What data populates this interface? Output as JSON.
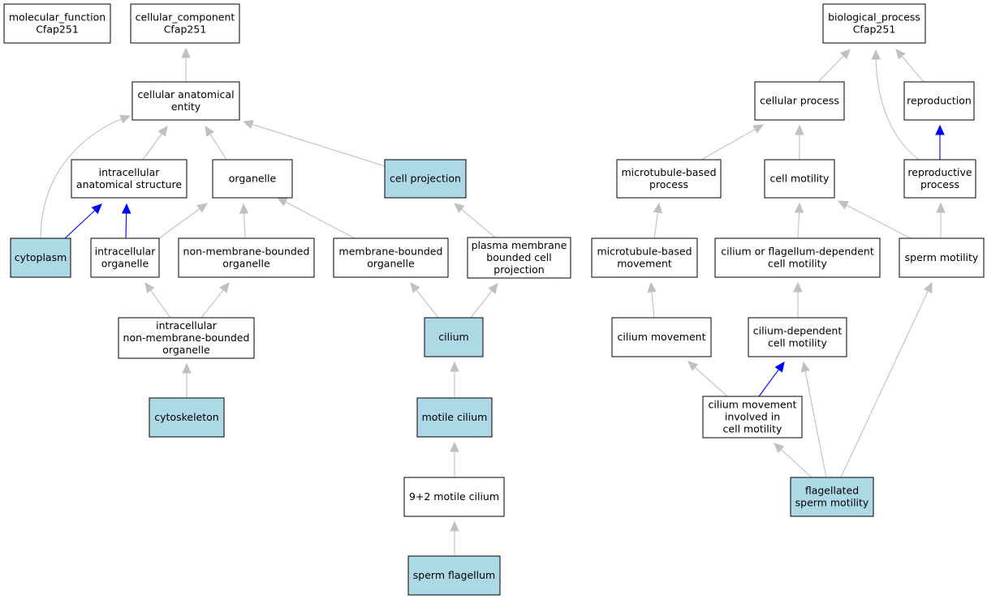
{
  "colors": {
    "highlight_fill": "#add8e6",
    "plain_fill": "#ffffff",
    "edge_gray": "#c0c0c0",
    "edge_blue": "#0000ff"
  },
  "nodes": [
    {
      "id": "molecular_function",
      "lines": [
        "molecular_function",
        "Cfap251"
      ],
      "highlight": false
    },
    {
      "id": "cellular_component",
      "lines": [
        "cellular_component",
        "Cfap251"
      ],
      "highlight": false
    },
    {
      "id": "cellular_anatomical_entity",
      "lines": [
        "cellular anatomical",
        "entity"
      ],
      "highlight": false
    },
    {
      "id": "intracellular_anatomical_structure",
      "lines": [
        "intracellular",
        "anatomical structure"
      ],
      "highlight": false
    },
    {
      "id": "organelle",
      "lines": [
        "organelle"
      ],
      "highlight": false
    },
    {
      "id": "cell_projection",
      "lines": [
        "cell projection"
      ],
      "highlight": true
    },
    {
      "id": "cytoplasm",
      "lines": [
        "cytoplasm"
      ],
      "highlight": true
    },
    {
      "id": "intracellular_organelle",
      "lines": [
        "intracellular",
        "organelle"
      ],
      "highlight": false
    },
    {
      "id": "non_membrane_bounded_organelle",
      "lines": [
        "non-membrane-bounded",
        "organelle"
      ],
      "highlight": false
    },
    {
      "id": "membrane_bounded_organelle",
      "lines": [
        "membrane-bounded",
        "organelle"
      ],
      "highlight": false
    },
    {
      "id": "plasma_membrane_bounded_cell_projection",
      "lines": [
        "plasma membrane",
        "bounded cell",
        "projection"
      ],
      "highlight": false
    },
    {
      "id": "intracellular_non_membrane_bounded_organelle",
      "lines": [
        "intracellular",
        "non-membrane-bounded",
        "organelle"
      ],
      "highlight": false
    },
    {
      "id": "cilium",
      "lines": [
        "cilium"
      ],
      "highlight": true
    },
    {
      "id": "cytoskeleton",
      "lines": [
        "cytoskeleton"
      ],
      "highlight": true
    },
    {
      "id": "motile_cilium",
      "lines": [
        "motile cilium"
      ],
      "highlight": true
    },
    {
      "id": "nine_plus_two_motile_cilium",
      "lines": [
        "9+2 motile cilium"
      ],
      "highlight": false
    },
    {
      "id": "sperm_flagellum",
      "lines": [
        "sperm flagellum"
      ],
      "highlight": true
    },
    {
      "id": "biological_process",
      "lines": [
        "biological_process",
        "Cfap251"
      ],
      "highlight": false
    },
    {
      "id": "cellular_process",
      "lines": [
        "cellular process"
      ],
      "highlight": false
    },
    {
      "id": "reproduction",
      "lines": [
        "reproduction"
      ],
      "highlight": false
    },
    {
      "id": "microtubule_based_process",
      "lines": [
        "microtubule-based",
        "process"
      ],
      "highlight": false
    },
    {
      "id": "cell_motility",
      "lines": [
        "cell motility"
      ],
      "highlight": false
    },
    {
      "id": "reproductive_process",
      "lines": [
        "reproductive",
        "process"
      ],
      "highlight": false
    },
    {
      "id": "microtubule_based_movement",
      "lines": [
        "microtubule-based",
        "movement"
      ],
      "highlight": false
    },
    {
      "id": "cilium_or_flagellum_dependent_cell_motility",
      "lines": [
        "cilium or flagellum-dependent",
        "cell motility"
      ],
      "highlight": false
    },
    {
      "id": "sperm_motility",
      "lines": [
        "sperm motility"
      ],
      "highlight": false
    },
    {
      "id": "cilium_movement",
      "lines": [
        "cilium movement"
      ],
      "highlight": false
    },
    {
      "id": "cilium_dependent_cell_motility",
      "lines": [
        "cilium-dependent",
        "cell motility"
      ],
      "highlight": false
    },
    {
      "id": "cilium_movement_involved_in_cell_motility",
      "lines": [
        "cilium movement",
        "involved in",
        "cell motility"
      ],
      "highlight": false
    },
    {
      "id": "flagellated_sperm_motility",
      "lines": [
        "flagellated",
        "sperm motility"
      ],
      "highlight": true
    }
  ],
  "edges": [
    {
      "from": "cellular_anatomical_entity",
      "to": "cellular_component",
      "kind": "gray"
    },
    {
      "from": "intracellular_anatomical_structure",
      "to": "cellular_anatomical_entity",
      "kind": "gray"
    },
    {
      "from": "organelle",
      "to": "cellular_anatomical_entity",
      "kind": "gray"
    },
    {
      "from": "cell_projection",
      "to": "cellular_anatomical_entity",
      "kind": "gray"
    },
    {
      "from": "cytoplasm",
      "to": "cellular_anatomical_entity",
      "kind": "gray"
    },
    {
      "from": "cytoplasm",
      "to": "intracellular_anatomical_structure",
      "kind": "blue"
    },
    {
      "from": "intracellular_organelle",
      "to": "intracellular_anatomical_structure",
      "kind": "blue"
    },
    {
      "from": "intracellular_organelle",
      "to": "organelle",
      "kind": "gray"
    },
    {
      "from": "non_membrane_bounded_organelle",
      "to": "organelle",
      "kind": "gray"
    },
    {
      "from": "membrane_bounded_organelle",
      "to": "organelle",
      "kind": "gray"
    },
    {
      "from": "plasma_membrane_bounded_cell_projection",
      "to": "cell_projection",
      "kind": "gray"
    },
    {
      "from": "intracellular_non_membrane_bounded_organelle",
      "to": "intracellular_organelle",
      "kind": "gray"
    },
    {
      "from": "intracellular_non_membrane_bounded_organelle",
      "to": "non_membrane_bounded_organelle",
      "kind": "gray"
    },
    {
      "from": "cilium",
      "to": "membrane_bounded_organelle",
      "kind": "gray"
    },
    {
      "from": "cilium",
      "to": "plasma_membrane_bounded_cell_projection",
      "kind": "gray"
    },
    {
      "from": "cytoskeleton",
      "to": "intracellular_non_membrane_bounded_organelle",
      "kind": "gray"
    },
    {
      "from": "motile_cilium",
      "to": "cilium",
      "kind": "gray"
    },
    {
      "from": "nine_plus_two_motile_cilium",
      "to": "motile_cilium",
      "kind": "gray"
    },
    {
      "from": "sperm_flagellum",
      "to": "nine_plus_two_motile_cilium",
      "kind": "gray"
    },
    {
      "from": "cellular_process",
      "to": "biological_process",
      "kind": "gray"
    },
    {
      "from": "reproduction",
      "to": "biological_process",
      "kind": "gray"
    },
    {
      "from": "reproductive_process",
      "to": "biological_process",
      "kind": "gray"
    },
    {
      "from": "reproductive_process",
      "to": "reproduction",
      "kind": "blue"
    },
    {
      "from": "microtubule_based_process",
      "to": "cellular_process",
      "kind": "gray"
    },
    {
      "from": "cell_motility",
      "to": "cellular_process",
      "kind": "gray"
    },
    {
      "from": "microtubule_based_movement",
      "to": "microtubule_based_process",
      "kind": "gray"
    },
    {
      "from": "cilium_or_flagellum_dependent_cell_motility",
      "to": "cell_motility",
      "kind": "gray"
    },
    {
      "from": "sperm_motility",
      "to": "cell_motility",
      "kind": "gray"
    },
    {
      "from": "sperm_motility",
      "to": "reproductive_process",
      "kind": "gray"
    },
    {
      "from": "cilium_movement",
      "to": "microtubule_based_movement",
      "kind": "gray"
    },
    {
      "from": "cilium_dependent_cell_motility",
      "to": "cilium_or_flagellum_dependent_cell_motility",
      "kind": "gray"
    },
    {
      "from": "cilium_movement_involved_in_cell_motility",
      "to": "cilium_movement",
      "kind": "gray"
    },
    {
      "from": "cilium_movement_involved_in_cell_motility",
      "to": "cilium_dependent_cell_motility",
      "kind": "blue"
    },
    {
      "from": "flagellated_sperm_motility",
      "to": "cilium_movement_involved_in_cell_motility",
      "kind": "gray"
    },
    {
      "from": "flagellated_sperm_motility",
      "to": "cilium_dependent_cell_motility",
      "kind": "gray"
    },
    {
      "from": "flagellated_sperm_motility",
      "to": "sperm_motility",
      "kind": "gray"
    }
  ]
}
